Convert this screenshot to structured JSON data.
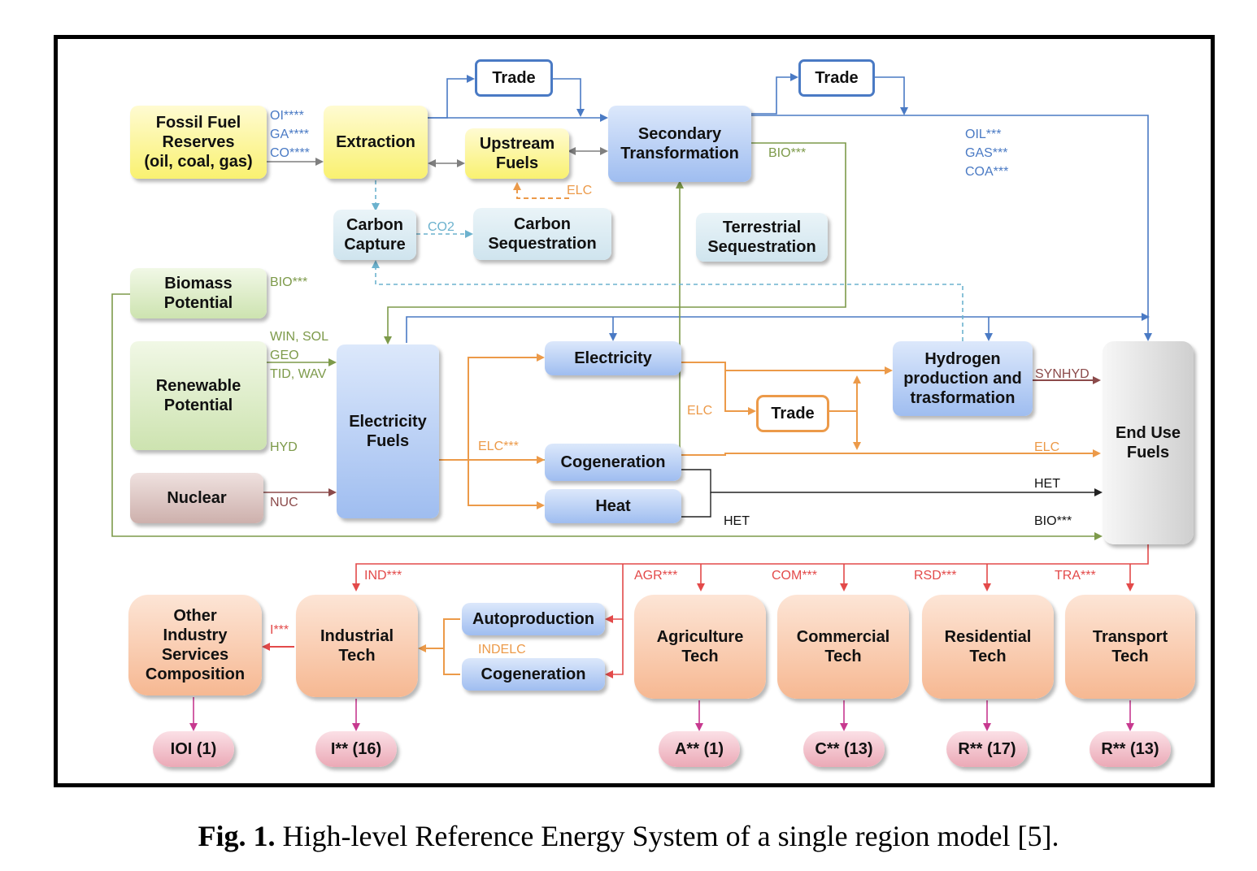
{
  "caption": {
    "prefix": "Fig. 1.",
    "text": " High-level Reference Energy System of a single region model [5]."
  },
  "nodes": {
    "fossil": "Fossil Fuel\nReserves\n(oil, coal, gas)",
    "extraction": "Extraction",
    "trade_1": "Trade",
    "upstream": "Upstream\nFuels",
    "secondary": "Secondary\nTransformation",
    "trade_2": "Trade",
    "carbon_capture": "Carbon\nCapture",
    "carbon_seq": "Carbon\nSequestration",
    "terrestrial": "Terrestrial\nSequestration",
    "biomass": "Biomass\nPotential",
    "renewable": "Renewable\nPotential",
    "nuclear": "Nuclear",
    "elec_fuels": "Electricity\nFuels",
    "electricity": "Electricity",
    "cogeneration": "Cogeneration",
    "heat": "Heat",
    "trade_3": "Trade",
    "hydrogen": "Hydrogen\nproduction and\ntrasformation",
    "end_use": "End Use\nFuels",
    "other_industry": "Other\nIndustry\nServices\nComposition",
    "industrial": "Industrial\nTech",
    "autoproduction": "Autoproduction",
    "cogeneration_2": "Cogeneration",
    "agriculture": "Agriculture\nTech",
    "commercial": "Commercial\nTech",
    "residential": "Residential\nTech",
    "transport": "Transport\nTech",
    "out_ioi": "IOI (1)",
    "out_i": "I** (16)",
    "out_a": "A** (1)",
    "out_c": "C** (13)",
    "out_r1": "R** (17)",
    "out_r2": "R** (13)"
  },
  "labels": {
    "oil4": "OI****",
    "ga4": "GA****",
    "co4": "CO****",
    "elc_up": "ELC",
    "co2": "CO2",
    "bio_sec": "BIO***",
    "oil3": "OIL***",
    "gas3": "GAS***",
    "coa3": "COA***",
    "bio_biomass": "BIO***",
    "win_sol": "WIN, SOL",
    "geo": "GEO",
    "tid_wav": "TID, WAV",
    "hyd": "HYD",
    "nuc": "NUC",
    "elc3": "ELC***",
    "elc_mid": "ELC",
    "synhyd": "SYNHYD",
    "elc_end": "ELC",
    "het_1": "HET",
    "het_2": "HET",
    "bio_end": "BIO***",
    "ind": "IND***",
    "agr": "AGR***",
    "com": "COM***",
    "rsd": "RSD***",
    "tra": "TRA***",
    "i3": "I***",
    "indelc": "INDELC"
  },
  "colors": {
    "blue": "#4a7ac4",
    "green": "#7d9a4a",
    "orange": "#ec9a49",
    "brown": "#8b4a4a",
    "red": "#e34a4a",
    "cyan": "#6cb2ce",
    "grey": "#7f7f7f",
    "magenta": "#c7398f"
  }
}
